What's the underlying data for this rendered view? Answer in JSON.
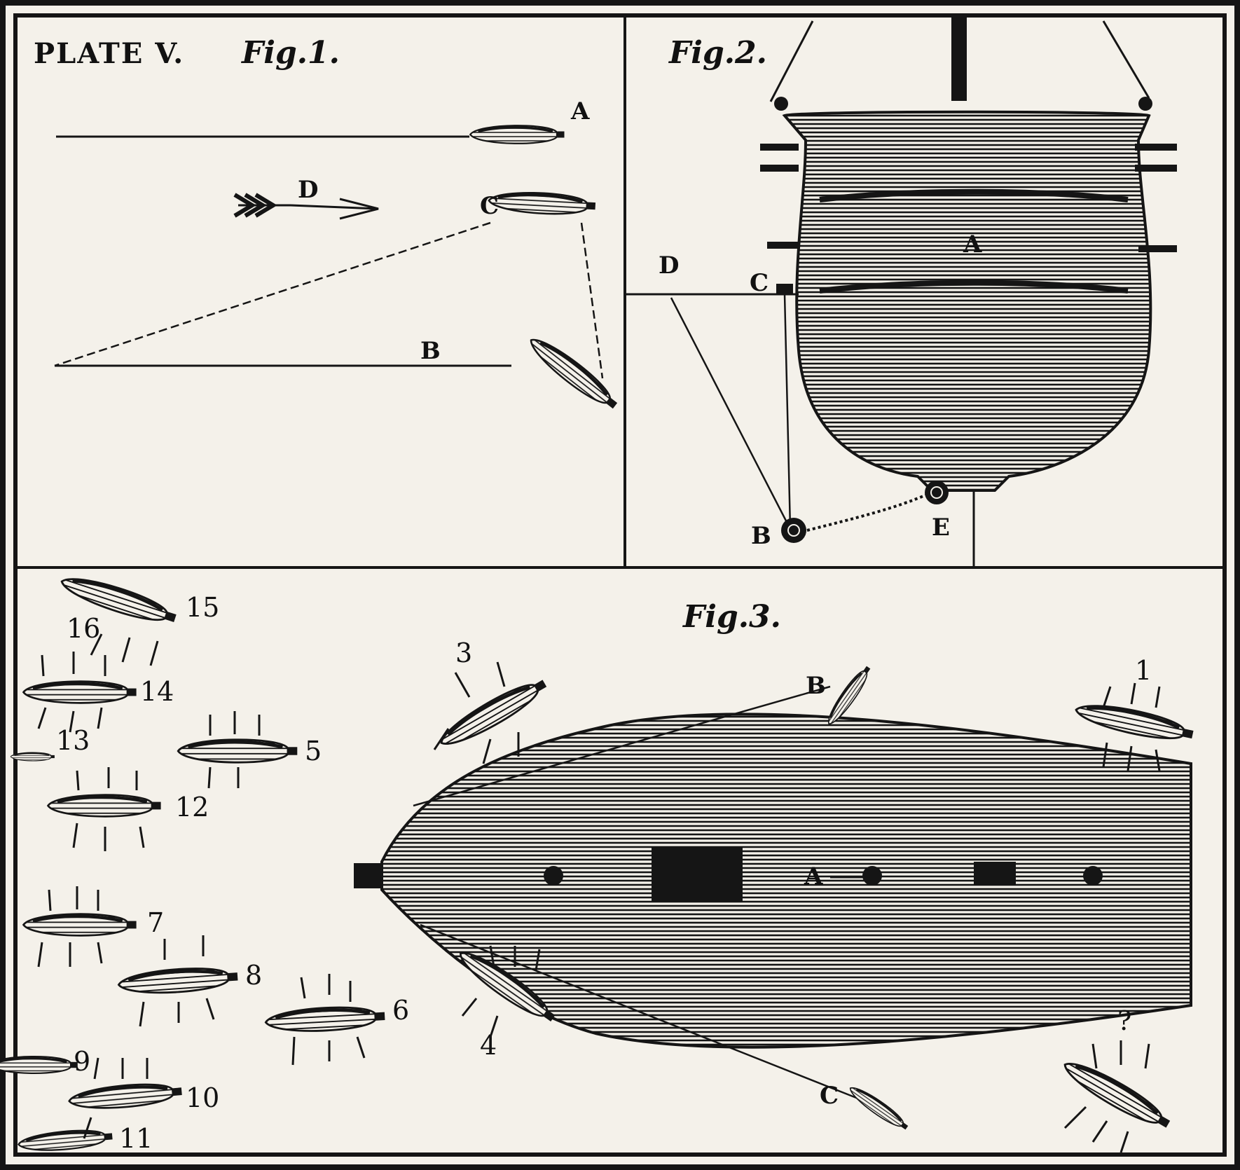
{
  "plate": {
    "title": "PLATE V.",
    "ink_color": "#151515",
    "paper_color": "#f4f1ea"
  },
  "fig1": {
    "title": "Fig.1.",
    "labels": {
      "a": "A",
      "b": "B",
      "c": "C",
      "d": "D"
    }
  },
  "fig2": {
    "title": "Fig.2.",
    "labels": {
      "a": "A",
      "b": "B",
      "c": "C",
      "d": "D",
      "e": "E"
    }
  },
  "fig3": {
    "title": "Fig.3.",
    "labels": {
      "a": "A",
      "b": "B",
      "c": "C"
    },
    "torpedo_numbers": [
      "1",
      "?",
      "3",
      "4",
      "5",
      "6",
      "7",
      "8",
      "9",
      "10",
      "11",
      "12",
      "13",
      "14",
      "15",
      "16"
    ]
  }
}
